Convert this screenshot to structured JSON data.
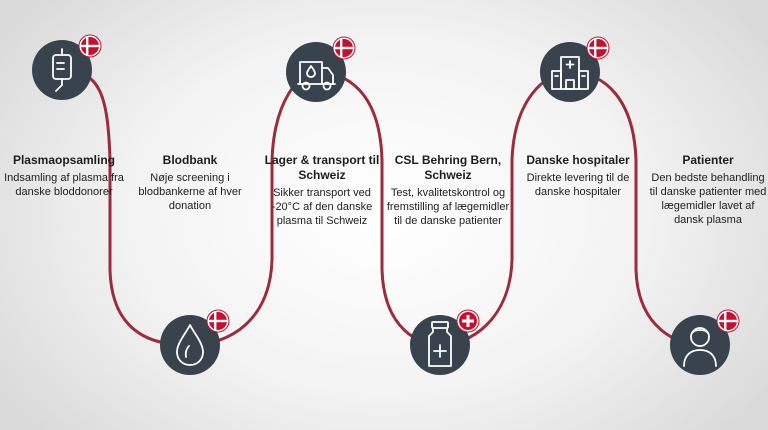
{
  "colors": {
    "path": "#9d2b3e",
    "node_fill": "#38434d",
    "icon_stroke": "#ffffff",
    "badge_red": "#c8102e"
  },
  "steps": [
    {
      "title": "Plasmaopsamling",
      "desc": "Indsamling af plasma fra danske bloddonorer",
      "icon": "iv-bag-icon",
      "badge": "danish-flag"
    },
    {
      "title": "Blodbank",
      "desc": "Nøje screening i blodbankerne af hver donation",
      "icon": "blood-drop-icon",
      "badge": "danish-flag"
    },
    {
      "title": "Lager & transport til Schweiz",
      "desc": "Sikker transport ved -20°C af den danske plasma til Schweiz",
      "icon": "transport-truck-icon",
      "badge": "danish-flag"
    },
    {
      "title": "CSL Behring Bern, Schweiz",
      "desc": "Test, kvalitetskontrol og fremstilling af lægemidler til de danske patienter",
      "icon": "medicine-bottle-icon",
      "badge": "swiss-flag"
    },
    {
      "title": "Danske hospitaler",
      "desc": "Direkte levering til de danske hospitaler",
      "icon": "hospital-icon",
      "badge": "danish-flag"
    },
    {
      "title": "Patienter",
      "desc": "Den bedste behandling til danske patienter med lægemidler lavet af dansk plasma",
      "icon": "patient-icon",
      "badge": "danish-flag"
    }
  ]
}
